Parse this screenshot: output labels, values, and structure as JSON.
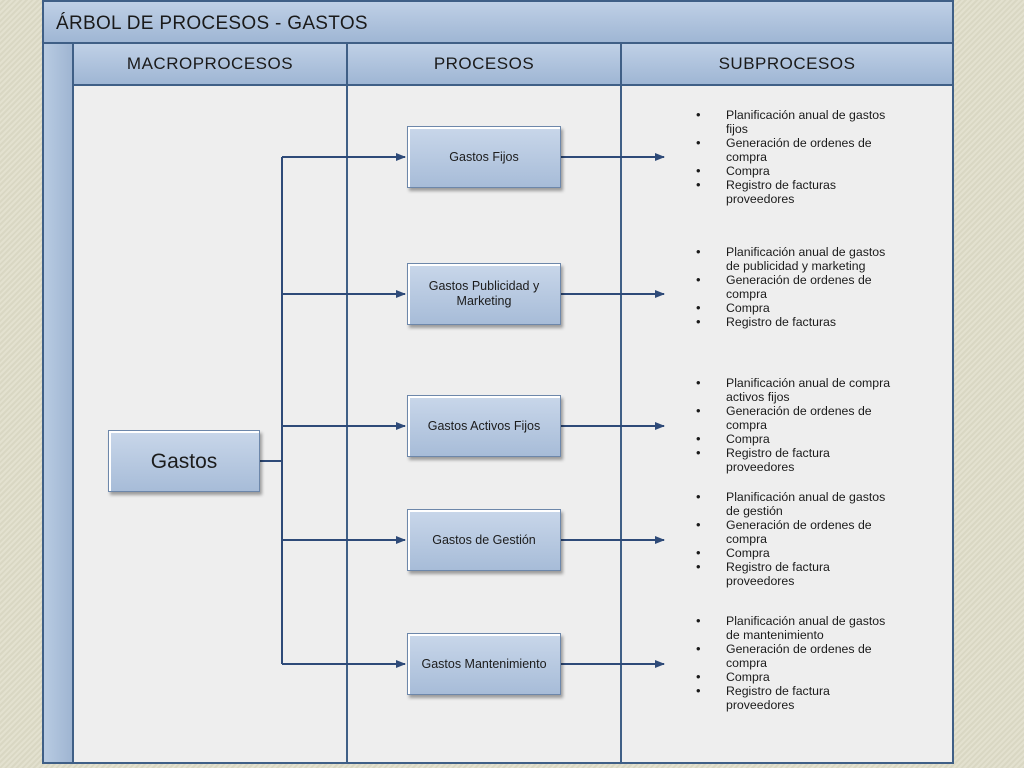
{
  "title": "ÁRBOL DE PROCESOS - GASTOS",
  "columns": [
    "MACROPROCESOS",
    "PROCESOS",
    "SUBPROCESOS"
  ],
  "macroproceso": "Gastos",
  "procesos": [
    {
      "label": "Gastos Fijos",
      "subprocesos": [
        "Planificación anual de gastos fijos",
        "Generación de ordenes de compra",
        "Compra",
        "Registro de facturas proveedores"
      ]
    },
    {
      "label": "Gastos Publicidad y Marketing",
      "subprocesos": [
        "Planificación anual de gastos de publicidad y marketing",
        "Generación de ordenes de compra",
        "Compra",
        "Registro de facturas"
      ]
    },
    {
      "label": "Gastos Activos Fijos",
      "subprocesos": [
        "Planificación anual de compra activos fijos",
        "Generación de ordenes de compra",
        "Compra",
        "Registro de factura proveedores"
      ]
    },
    {
      "label": "Gastos de Gestión",
      "subprocesos": [
        "Planificación anual de gastos de gestión",
        "Generación de ordenes de compra",
        "Compra",
        "Registro de factura proveedores"
      ]
    },
    {
      "label": "Gastos Mantenimiento",
      "subprocesos": [
        "Planificación anual de gastos de mantenimiento",
        "Generación de ordenes de compra",
        "Compra",
        "Registro de factura proveedores"
      ]
    }
  ],
  "colors": {
    "line": "#2e4a78",
    "border": "#3f5f86",
    "box_top": "#c9d7ea",
    "box_bottom": "#a7bcd8"
  }
}
